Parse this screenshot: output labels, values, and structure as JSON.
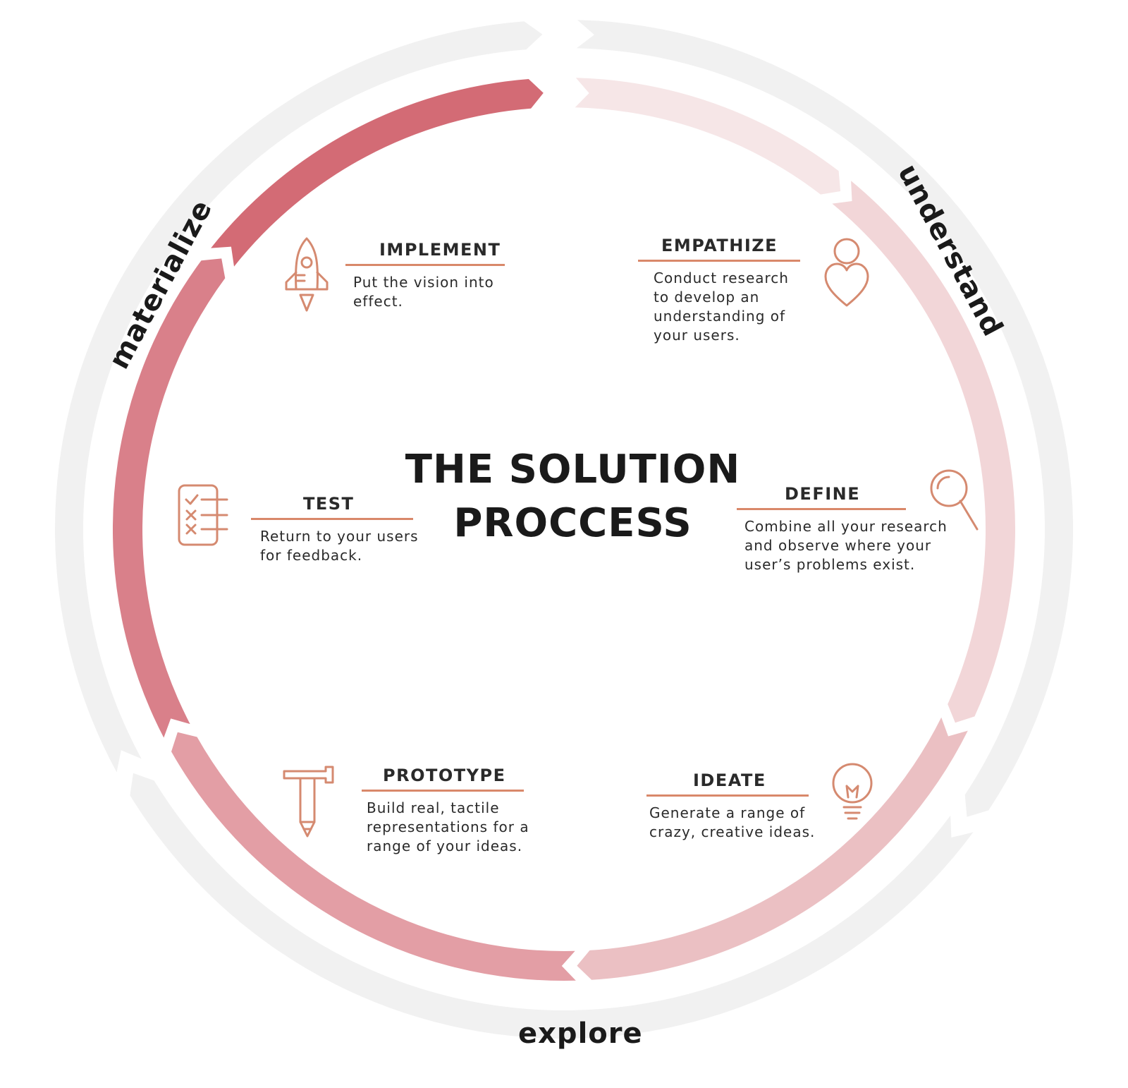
{
  "title": {
    "line1": "THE SOLUTION",
    "line2": "PROCCESS"
  },
  "phases": {
    "understand": "understand",
    "explore": "explore",
    "materialize": "materialize"
  },
  "steps": {
    "empathize": {
      "name": "EMPATHIZE",
      "desc": [
        "Conduct research",
        "to develop an",
        "understanding of",
        "your users."
      ],
      "icon": "person-heart-icon"
    },
    "define": {
      "name": "DEFINE",
      "desc": [
        "Combine all your research",
        "and observe where your",
        "user’s problems exist."
      ],
      "icon": "magnifier-icon"
    },
    "ideate": {
      "name": "IDEATE",
      "desc": [
        "Generate a range of",
        "crazy, creative ideas."
      ],
      "icon": "lightbulb-icon"
    },
    "prototype": {
      "name": "PROTOTYPE",
      "desc": [
        "Build real, tactile",
        "representations for a",
        "range of your ideas."
      ],
      "icon": "hammer-icon"
    },
    "test": {
      "name": "TEST",
      "desc": [
        "Return to your users",
        "for feedback."
      ],
      "icon": "checklist-icon"
    },
    "implement": {
      "name": "IMPLEMENT",
      "desc": [
        "Put the vision into",
        "effect."
      ],
      "icon": "rocket-icon"
    }
  },
  "colors": {
    "icon_stroke": "#d58a70",
    "outer_ring": "#f1f1f1",
    "implement": "#d36b75",
    "test": "#d9808a",
    "prototype": "#e39ea5",
    "ideate": "#ebc0c3",
    "define": "#f2d6d8",
    "empathize": "#f6e6e7"
  }
}
